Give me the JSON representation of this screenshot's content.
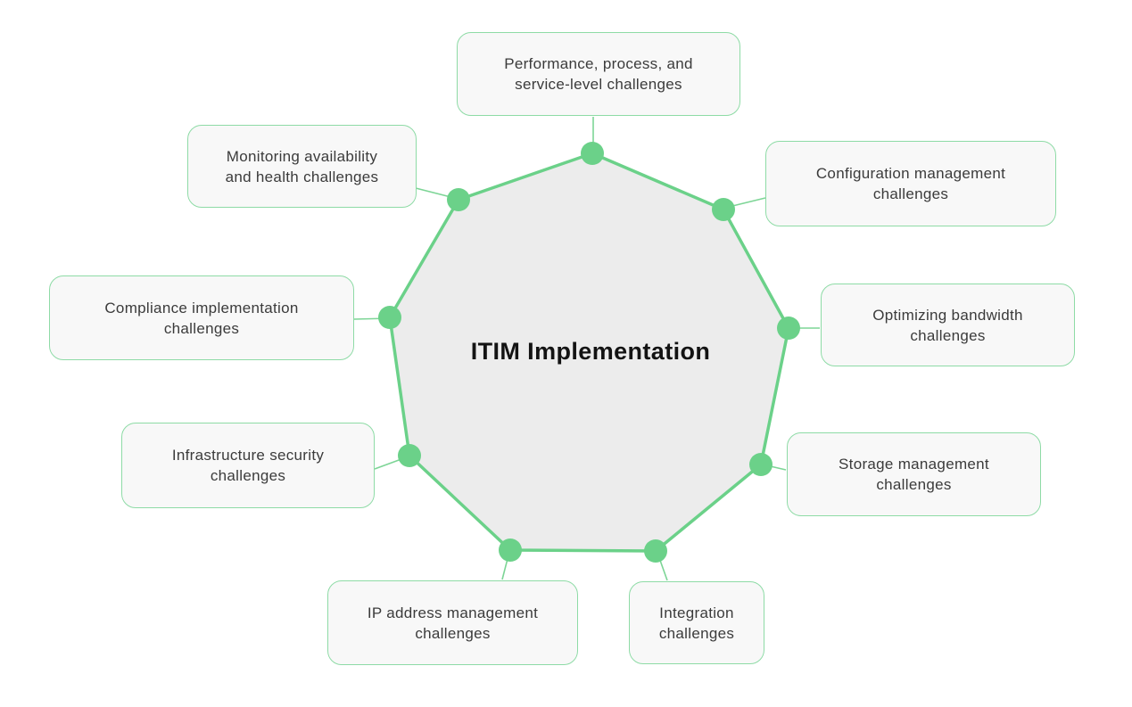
{
  "diagram": {
    "title": "ITIM Implementation",
    "colors": {
      "background": "#ffffff",
      "polygon_fill": "#ececec",
      "polygon_stroke": "#6bd189",
      "vertex_dot": "#6bd189",
      "connector": "#7dd596",
      "node_border": "#8edba6",
      "node_fill": "#f8f8f8",
      "node_text": "#3b3b3b",
      "title_text": "#131313"
    },
    "nodes": [
      {
        "id": "performance",
        "label": "Performance, process, and\nservice-level challenges"
      },
      {
        "id": "configuration",
        "label": "Configuration management\nchallenges"
      },
      {
        "id": "bandwidth",
        "label": "Optimizing bandwidth\nchallenges"
      },
      {
        "id": "storage",
        "label": "Storage management\nchallenges"
      },
      {
        "id": "integration",
        "label": "Integration\nchallenges"
      },
      {
        "id": "ip-address",
        "label": "IP address management\nchallenges"
      },
      {
        "id": "security",
        "label": "Infrastructure security\nchallenges"
      },
      {
        "id": "compliance",
        "label": "Compliance implementation\nchallenges"
      },
      {
        "id": "monitoring",
        "label": "Monitoring availability\nand health challenges"
      }
    ]
  }
}
